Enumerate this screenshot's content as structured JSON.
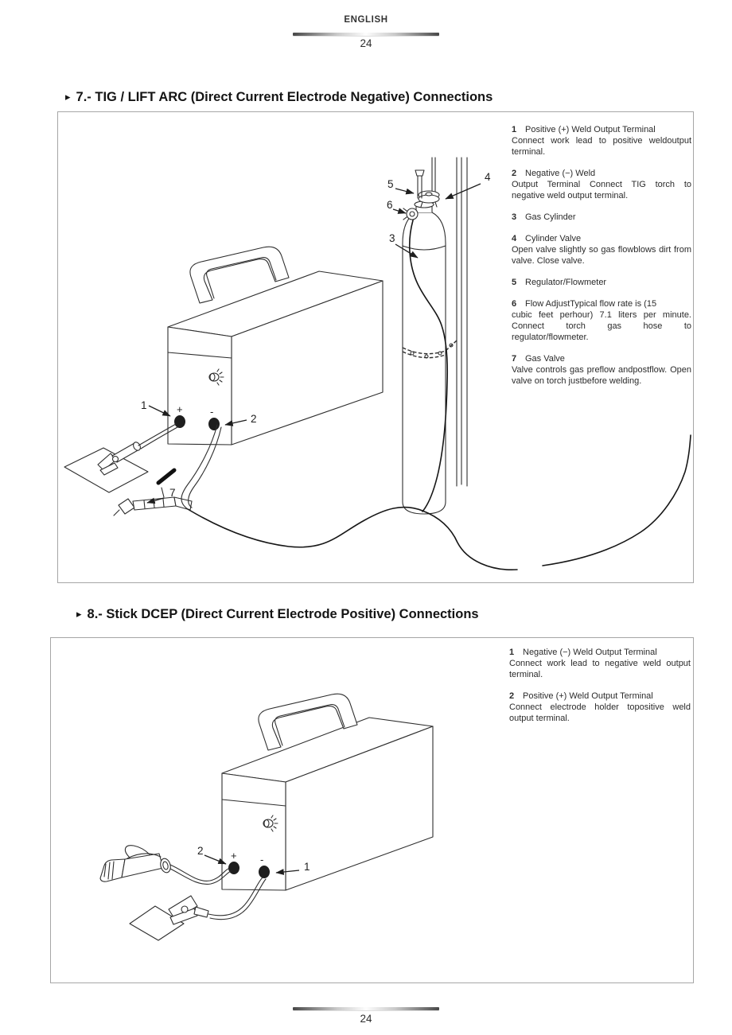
{
  "header": {
    "language": "ENGLISH",
    "page_number": "24"
  },
  "footer": {
    "page_number": "24"
  },
  "s7": {
    "bullet": "▸",
    "title": "7.- TIG / LIFT ARC (Direct Current Electrode Negative) Connections",
    "items": [
      {
        "num": "1",
        "head": "Positive (+) Weld Output Terminal",
        "body": "Connect work lead to positive weldoutput terminal."
      },
      {
        "num": "2",
        "head": "Negative (−) Weld",
        "body": "Output Terminal Connect TIG torch to negative weld output terminal."
      },
      {
        "num": "3",
        "head": "Gas Cylinder",
        "body": ""
      },
      {
        "num": "4",
        "head": "Cylinder Valve",
        "body": "Open valve slightly so gas flowblows dirt from valve. Close valve."
      },
      {
        "num": "5",
        "head": "Regulator/Flowmeter",
        "body": ""
      },
      {
        "num": "6",
        "head": "Flow AdjustTypical flow rate is (15",
        "body": "cubic feet perhour) 7.1 liters per minute. Connect torch gas hose to regulator/flowmeter."
      },
      {
        "num": "7",
        "head": "Gas Valve",
        "body": "Valve controls gas preflow andpostflow. Open valve on torch justbefore welding."
      }
    ],
    "diagram": {
      "plus": "+",
      "minus": "-",
      "c1": "1",
      "c2": "2",
      "c3": "3",
      "c4": "4",
      "c5": "5",
      "c6": "6",
      "c7": "7"
    }
  },
  "s8": {
    "bullet": "▸",
    "title": "8.- Stick DCEP (Direct Current Electrode Positive) Connections",
    "items": [
      {
        "num": "1",
        "head": "Negative (−) Weld Output Terminal",
        "body": "Connect work lead to negative weld output terminal."
      },
      {
        "num": "2",
        "head": "Positive (+) Weld Output Terminal",
        "body": "Connect electrode holder topositive weld output terminal."
      }
    ],
    "diagram": {
      "plus": "+",
      "minus": "-",
      "c1": "1",
      "c2": "2"
    }
  }
}
